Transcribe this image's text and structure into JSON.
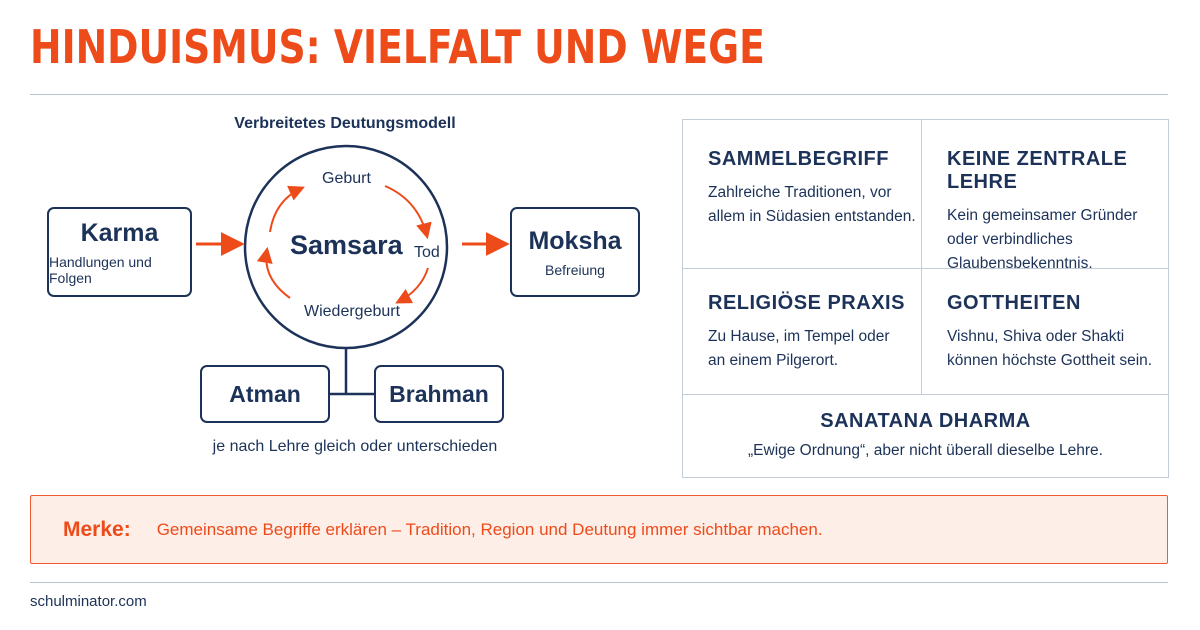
{
  "title": "HINDUISMUS: VIELFALT UND WEGE",
  "diagram": {
    "label": "Verbreitetes Deutungsmodell",
    "karma": {
      "title": "Karma",
      "subtitle": "Handlungen und Folgen"
    },
    "samsara": "Samsara",
    "cycle": {
      "top": "Geburt",
      "right": "Tod",
      "bottom": "Wiedergeburt"
    },
    "moksha": {
      "title": "Moksha",
      "subtitle": "Befreiung"
    },
    "atman": "Atman",
    "brahman": "Brahman",
    "note": "je nach Lehre gleich oder unterschieden"
  },
  "grid": {
    "cells": [
      {
        "head": "SAMMELBEGRIFF",
        "body": [
          "Zahlreiche Traditionen, vor",
          "allem in Südasien entstanden."
        ]
      },
      {
        "head": "KEINE ZENTRALE LEHRE",
        "body": [
          "Kein gemeinsamer Gründer",
          "oder verbindliches",
          "Glaubensbekenntnis."
        ]
      },
      {
        "head": "RELIGIÖSE PRAXIS",
        "body": [
          "Zu Hause, im Tempel oder",
          "an einem Pilgerort."
        ]
      },
      {
        "head": "GOTTHEITEN",
        "body": [
          "Vishnu, Shiva oder Shakti",
          "können höchste Gottheit sein."
        ]
      },
      {
        "head": "SANATANA DHARMA",
        "body": [
          "„Ewige Ordnung“, aber nicht überall dieselbe Lehre."
        ]
      }
    ]
  },
  "merke": {
    "label": "Merke:",
    "text": "Gemeinsame Begriffe erklären – Tradition, Region und Deutung immer sichtbar machen."
  },
  "footer": "schulminator.com",
  "colors": {
    "accent": "#ee4b1b",
    "navy": "#1c3258",
    "merke_bg": "#fdeee7"
  }
}
